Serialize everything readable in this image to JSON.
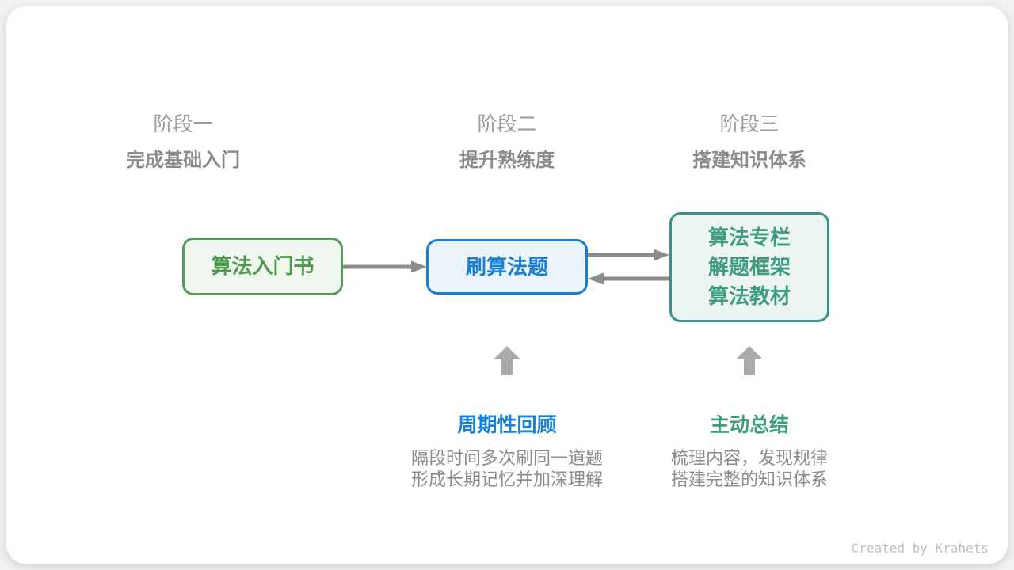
{
  "colors": {
    "card_bg": "#ffffff",
    "page_bg": "#f1f1f1",
    "green_border": "#569b57",
    "green_text": "#4e9b50",
    "green_fill": "#f0f7ee",
    "blue_accent": "#187fd6",
    "blue_fill": "#ebf3fb",
    "teal_border": "#38948b",
    "teal_text": "#3e9c82",
    "teal_fill": "#edf5f2",
    "connector_arrow_gray": "#8c8c8c",
    "block_arrow_gray": "#aaaaaa",
    "stage_label_gray": "#9b9b9b",
    "stage_subtitle_gray": "#8a8a8a",
    "desc_gray": "#8c8c8c",
    "credit_gray": "#c0c0c0"
  },
  "stages": [
    {
      "label": "阶段一",
      "subtitle": "完成基础入门"
    },
    {
      "label": "阶段二",
      "subtitle": "提升熟练度"
    },
    {
      "label": "阶段三",
      "subtitle": "搭建知识体系"
    }
  ],
  "boxes": [
    {
      "lines": [
        "算法入门书"
      ]
    },
    {
      "lines": [
        "刷算法题"
      ]
    },
    {
      "lines": [
        "算法专栏",
        "解题框架",
        "算法教材"
      ]
    }
  ],
  "notes": [
    {
      "title": "周期性回顾",
      "lines": [
        "隔段时间多次刷同一道题",
        "形成长期记忆并加深理解"
      ]
    },
    {
      "title": "主动总结",
      "lines": [
        "梳理内容，发现规律",
        "搭建完整的知识体系"
      ]
    }
  ],
  "credit": "Created by Krahets"
}
